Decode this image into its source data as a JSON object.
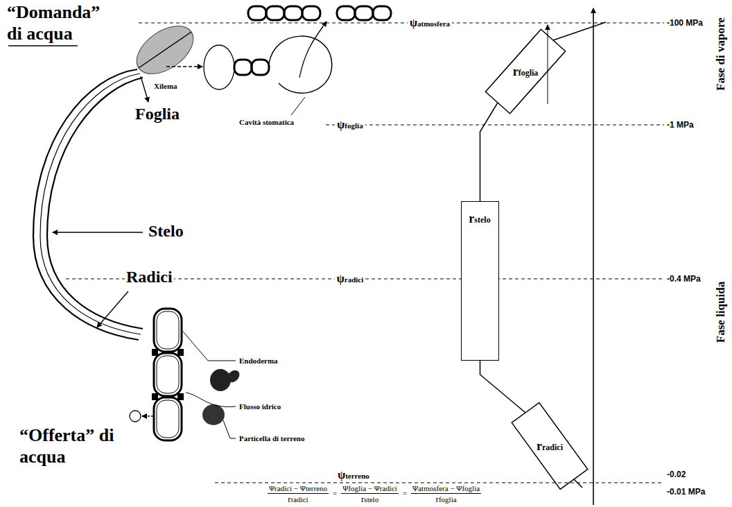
{
  "diagram": {
    "nodes": [
      {
        "text": [
          "rfoglia"
        ]
      },
      {
        "text": [
          "rstelo"
        ]
      },
      {
        "text": [
          "rradici"
        ]
      }
    ],
    "edges": [
      {
        "from": 2,
        "to": 1,
        "arrow": "none"
      },
      {
        "from": 1,
        "to": 0,
        "arrow": "none"
      }
    ],
    "labels": [
      "“Domanda” di acqua",
      "ψatmosfera",
      "-100 MPa",
      "Fase di vapore",
      "Xilema",
      "Cavità stomatica",
      "ψfoglia",
      "-1 MPa",
      "Foglia",
      "Stelo",
      "Radici",
      "ψradici",
      "-0.4 MPa",
      "Fase liquida",
      "Endoderma",
      "Flusso idrico",
      "Particella di terreno",
      "“Offerta” di acqua",
      "-0.02",
      "ψterreno",
      "-0.01 MPa",
      "Ψradici − Ψterreno",
      "rradici",
      "=",
      "Ψfoglia − Ψradici",
      "rstelo",
      "=",
      "Ψatmosfera − Ψfoglia",
      "rfoglia"
    ]
  }
}
